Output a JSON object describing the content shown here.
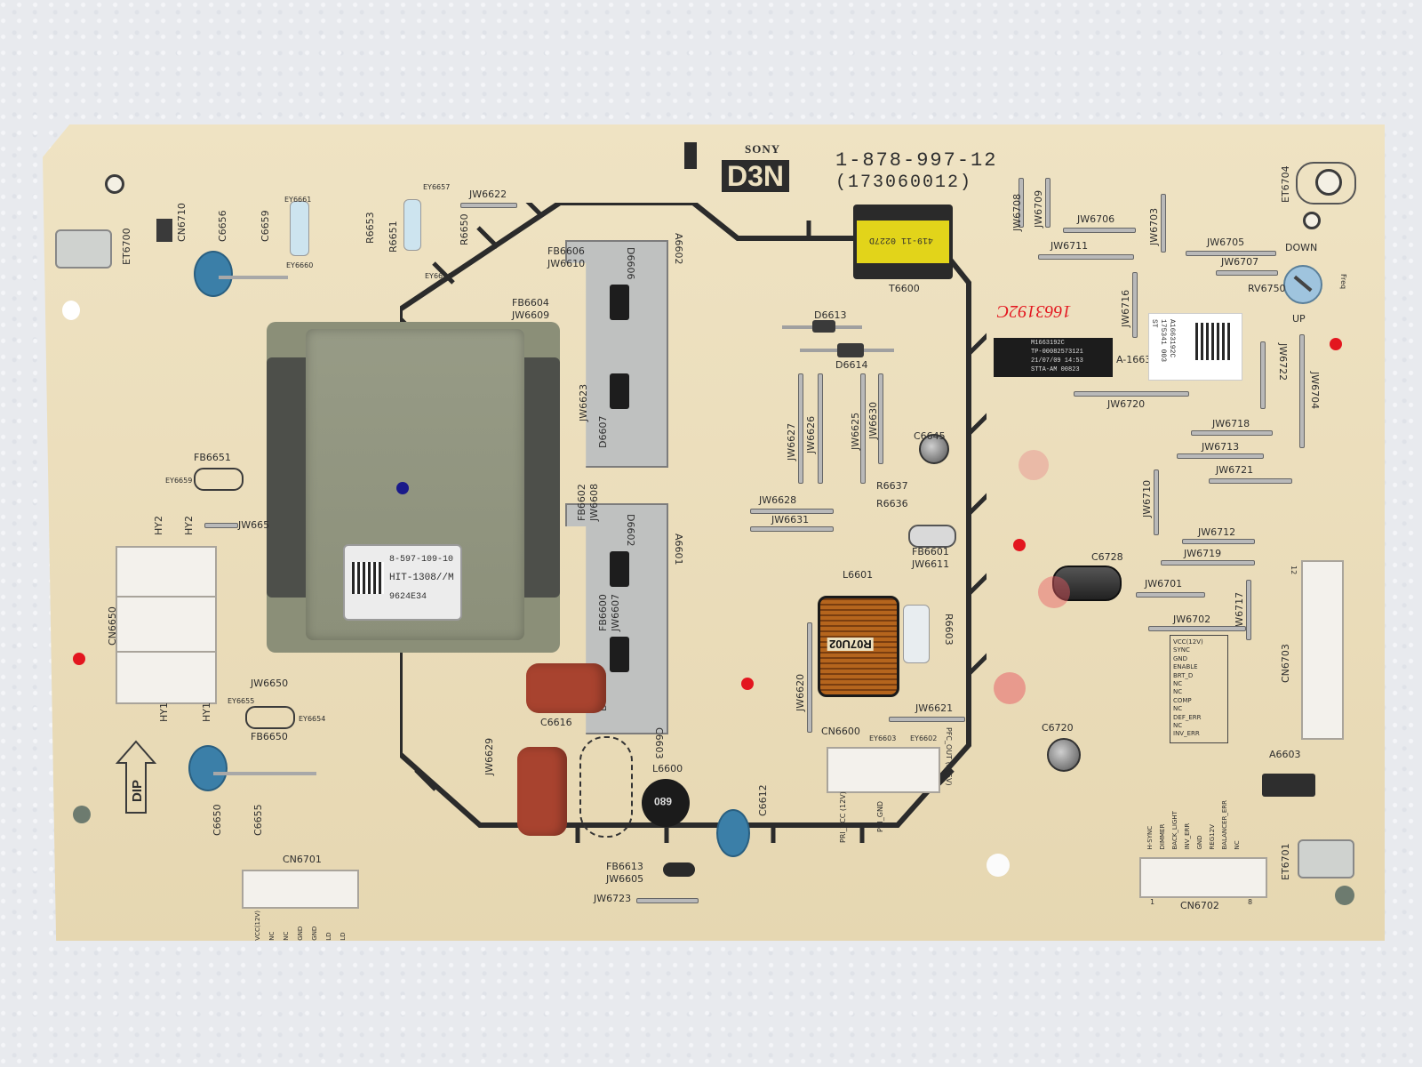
{
  "board": {
    "brand": "SONY",
    "model_logo": "D3N",
    "part_number": "1-878-997-12",
    "part_code": "(173060012)",
    "transformer_label": {
      "line1": "8-597-109-10",
      "line2": "HIT-1308//M",
      "line3": "9624E34"
    },
    "t6600_marking": "419-11 0227D",
    "l6601_marking": "R07U02",
    "l6600_marking": "680",
    "sticker_left": {
      "line1": "M1663192C",
      "line2": "TP-00082573121",
      "line3": "21/07/09 14:53",
      "line4": "STTA-AM 00823"
    },
    "sticker_right": {
      "line1": "A1663192C",
      "line2": "175341 003",
      "line3": "ST"
    },
    "handwriting": "1663192C",
    "pot_labels": {
      "down": "DOWN",
      "up": "UP",
      "freq": "Freq"
    },
    "dip_label": "DIP",
    "signal_list_right": [
      "VCC(12V)",
      "SYNC",
      "GND",
      "ENABLE",
      "BRT_D",
      "NC",
      "NC",
      "COMP",
      "NC",
      "DEF_ERR",
      "NC",
      "INV_ERR"
    ],
    "signal_list_bottom_right": [
      "H-SYNC",
      "DIMMER",
      "BACK_LIGHT",
      "INV_ERR",
      "GND",
      "REG12V",
      "BALANCER_ERR",
      "NC"
    ],
    "signal_list_bottom_left": [
      "VCC(12V)",
      "NC",
      "NC",
      "GND",
      "GND",
      "LD",
      "LD"
    ],
    "cn6600_pins": {
      "pfc_out": "PFC_OUT (395V)",
      "pri_vcc": "PRI_VCC (12V)",
      "pri_gnd": "PRI_GND"
    },
    "refs": {
      "et6700": "ET6700",
      "cn6710": "CN6710",
      "c6656": "C6656",
      "c6659": "C6659",
      "r6653": "R6653",
      "r6651": "R6651",
      "r6650": "R6650",
      "jw6622": "JW6622",
      "ey6661": "EY6661",
      "ey6660": "EY6660",
      "ey6657": "EY6657",
      "ey6656": "EY6656",
      "fb6606": "FB6606",
      "jw6610": "JW6610",
      "fb6604": "FB6604",
      "jw6609": "JW6609",
      "a6602": "A6602",
      "a6601": "A6601",
      "t6600": "T6600",
      "d6613": "D6613",
      "d6614": "D6614",
      "fb6651": "FB6651",
      "ey6659": "EY6659",
      "jw665": "JW665",
      "hy2a": "HY2",
      "hy2b": "HY2",
      "hy1a": "HY1",
      "hy1b": "HY1",
      "cn6650": "CN6650",
      "jw6650": "JW6650",
      "fb6650": "FB6650",
      "ey6655": "EY6655",
      "ey6654": "EY6654",
      "c6650": "C6650",
      "c6655": "C6655",
      "cn6701": "CN6701",
      "c6616": "C6616",
      "jw6629": "JW6629",
      "c6603": "C6603",
      "l6600": "L6600",
      "c6612": "C6612",
      "fb6613": "FB6613",
      "jw6605": "JW6605",
      "jw6723": "JW6723",
      "jw6627": "JW6627",
      "jw6626": "JW6626",
      "jw6625": "JW6625",
      "jw6630": "JW6630",
      "c6645": "C6645",
      "r6637": "R6637",
      "r6636": "R6636",
      "jw6628": "JW6628",
      "jw6631": "JW6631",
      "fb6601": "FB6601",
      "jw6611": "JW6611",
      "l6601": "L6601",
      "r6603": "R6603",
      "jw6620": "JW6620",
      "jw6621": "JW6621",
      "cn6600": "CN6600",
      "ey6603": "EY6603",
      "ey6602": "EY6602",
      "jw6708": "JW6708",
      "jw6709": "JW6709",
      "jw6706": "JW6706",
      "jw6703": "JW6703",
      "jw6711": "JW6711",
      "jw6705": "JW6705",
      "jw6707": "JW6707",
      "et6704": "ET6704",
      "rv6750": "RV6750",
      "jw6716": "JW6716",
      "jw6722": "JW6722",
      "jw6704": "JW6704",
      "jw6720": "JW6720",
      "jw6718": "JW6718",
      "jw6713": "JW6713",
      "jw6721": "JW6721",
      "jw6710": "JW6710",
      "c6728": "C6728",
      "jw6712": "JW6712",
      "jw6719": "JW6719",
      "jw6701": "JW6701",
      "jw6717": "JW6717",
      "jw6702": "JW6702",
      "cn6703": "CN6703",
      "c6720": "C6720",
      "a6603": "A6603",
      "et6701": "ET6701",
      "cn6702": "CN6702",
      "a1663": "A-1663",
      "d6607": "D6607",
      "d6603": "D6603",
      "d6602": "D6602",
      "d6606": "D6606",
      "jw6623": "JW6623",
      "fb6602": "FB6602",
      "jw6608": "JW6608",
      "fb6600": "FB6600",
      "jw6607": "JW6607",
      "cn6703_pin": "12",
      "cn6702_pin1": "1",
      "cn6702_pin8": "8"
    }
  },
  "colors": {
    "pcb": "#ece0bf",
    "silkscreen": "#2e2e2e",
    "foam": "#e8eaee",
    "transformer": "#8f937c",
    "capacitor_blue": "#3b7fa8",
    "film_capacitor": "#a8432f",
    "coil_yellow": "#e2d41a",
    "marker_red": "#e3161f"
  }
}
